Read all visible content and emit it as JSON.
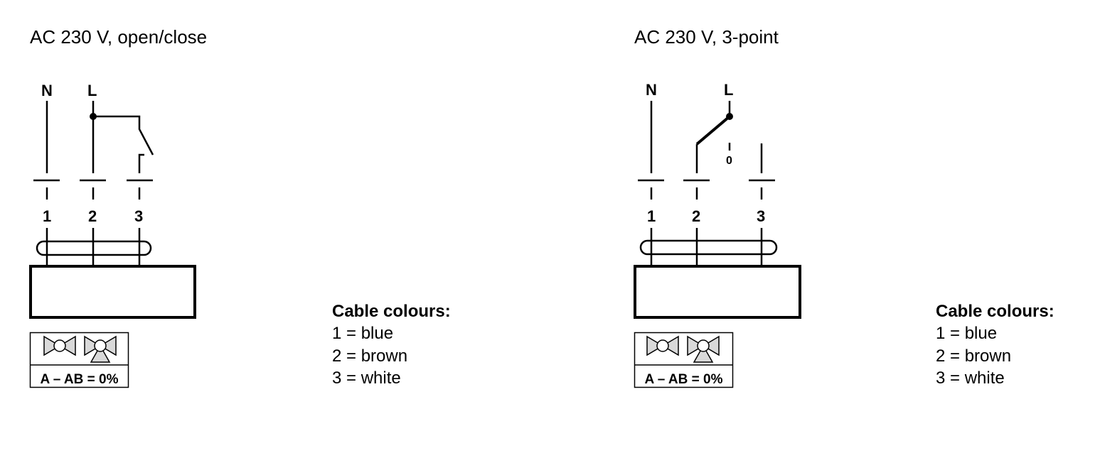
{
  "diagrams": [
    {
      "title": "AC 230 V, open/close",
      "supply_labels": [
        "N",
        "L"
      ],
      "terminals": [
        "1",
        "2",
        "3"
      ],
      "badge_text": "A – AB = 0%",
      "legend": {
        "heading": "Cable colours:",
        "items": [
          "1 = blue",
          "2 = brown",
          "3 = white"
        ]
      }
    },
    {
      "title": "AC 230 V, 3-point",
      "supply_labels": [
        "N",
        "L"
      ],
      "terminals": [
        "1",
        "2",
        "3"
      ],
      "switch_off_label": "0",
      "badge_text": "A – AB = 0%",
      "legend": {
        "heading": "Cable colours:",
        "items": [
          "1 = blue",
          "2 = brown",
          "3 = white"
        ]
      }
    }
  ]
}
